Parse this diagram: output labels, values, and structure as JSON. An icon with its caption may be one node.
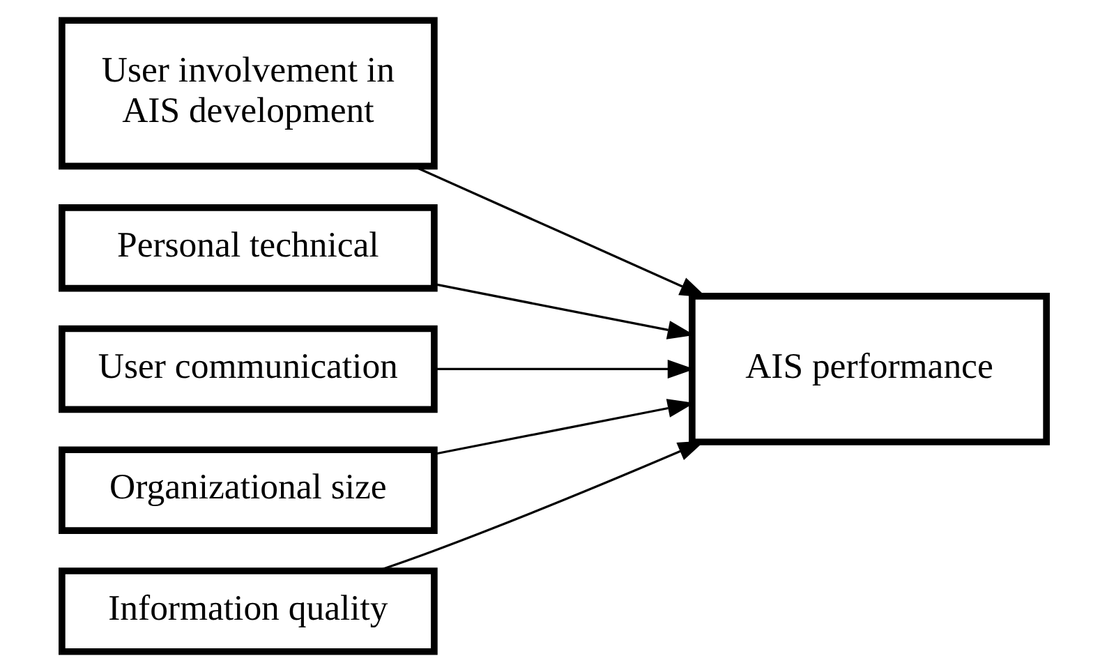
{
  "diagram": {
    "nodes": [
      {
        "text": [
          "User involvement in AIS development"
        ]
      },
      {
        "text": [
          "Personal technical"
        ]
      },
      {
        "text": [
          "User communication"
        ]
      },
      {
        "text": [
          "Organizational size"
        ]
      },
      {
        "text": [
          "Information quality"
        ]
      },
      {
        "text": [
          "AIS performance"
        ]
      }
    ],
    "edges": [
      {
        "from": 0,
        "to": 5,
        "arrow": "to"
      },
      {
        "from": 1,
        "to": 5,
        "arrow": "to"
      },
      {
        "from": 2,
        "to": 5,
        "arrow": "to"
      },
      {
        "from": 3,
        "to": 5,
        "arrow": "to"
      },
      {
        "from": 4,
        "to": 5,
        "arrow": "to"
      }
    ]
  }
}
